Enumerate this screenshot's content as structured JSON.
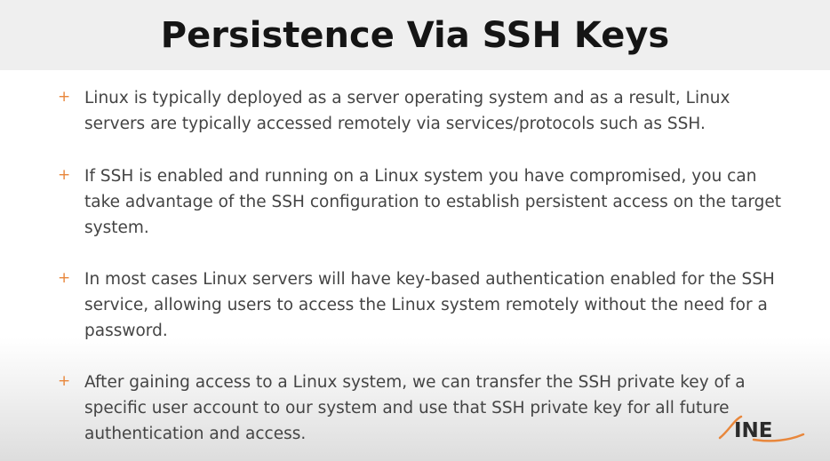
{
  "slide": {
    "title": "Persistence Via SSH Keys",
    "bullet_marker": "+",
    "bullets": [
      {
        "text": "Linux is typically deployed as a server operating system and as a result, Linux servers are typically accessed remotely via services/protocols such as SSH."
      },
      {
        "text": "If SSH is enabled and running on a Linux system you have compromised, you can take advantage of the SSH configuration to establish persistent access on the target system."
      },
      {
        "text": "In most cases Linux servers will have key-based authentication enabled for the SSH service, allowing users to access the Linux system remotely without the need for a password."
      },
      {
        "text": "After gaining access to a Linux system, we can transfer the SSH private key of a specific user account to our system and use that SSH private key for all future authentication and access."
      }
    ]
  },
  "logo": {
    "text": "INE",
    "accent_color": "#e8873c",
    "text_color": "#2b2b2b"
  },
  "colors": {
    "title_bar": "#efefef",
    "title_text": "#151515",
    "body_text": "#444444",
    "bullet_marker": "#e8873c"
  }
}
